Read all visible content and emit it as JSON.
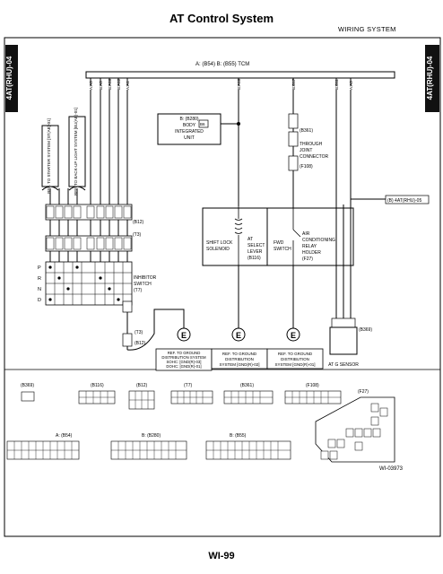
{
  "header": {
    "title": "AT Control System",
    "section": "WIRING SYSTEM"
  },
  "footer": {
    "page_number": "WI-99",
    "doc_code": "WI-03973"
  },
  "side_tabs": {
    "left": "4AT(RHU)-04",
    "right": "4AT(RHU)-04"
  },
  "top_connector": {
    "label": "A: (B54)  B: (B55)  TCM"
  },
  "top_pins": [
    "A:A5",
    "B:A5",
    "B:A16",
    "B:A12",
    "A:A1",
    "B:A18",
    "B:B17",
    "B:B11",
    "A:A3"
  ],
  "ref_boxes": [
    {
      "id": "ref-starter",
      "text": "REF. TO STARTER SYSTEM [ST(AB)-01]"
    },
    {
      "id": "ref-backup",
      "text": "REF. TO BACK-UP LIGHT SYSTEM [BU(AB)-01]"
    },
    {
      "id": "ref-ground-1",
      "lines": [
        "REF. TO GROUND",
        "DISTRIBUTION SYSTEM",
        "SOHC: [GND(R)-03]",
        "DOHC: [GND(R)-01]"
      ]
    },
    {
      "id": "ref-ground-2",
      "lines": [
        "REF. TO GROUND",
        "DISTRIBUTION",
        "SYSTEM [GND(R)-02]"
      ]
    },
    {
      "id": "ref-ground-3",
      "lines": [
        "REF. TO GROUND",
        "DISTRIBUTION",
        "SYSTEM [GND(R)-01]"
      ]
    }
  ],
  "components": {
    "body_unit": {
      "lines": [
        "B: (B280)",
        "BODY",
        "INTEGRATED",
        "UNIT"
      ],
      "pin": "B6"
    },
    "shift_lock": {
      "lines": [
        "SHIFT LOCK",
        "SOLENOID"
      ]
    },
    "select_lever": {
      "lines": [
        "AT",
        "SELECT",
        "LEVER"
      ],
      "conn": "(B116)"
    },
    "fwd_switch": {
      "lines": [
        "FWD",
        "SWITCH"
      ]
    },
    "relay": {
      "lines": [
        "AIR",
        "CONDITIONING",
        "RELAY",
        "HOLDER"
      ],
      "conn": "(F27)"
    },
    "joint": {
      "conn": "(B361)",
      "lines": [
        "THROUGH",
        "JOINT",
        "CONNECTOR"
      ],
      "conn2": "(F108)"
    },
    "inhibitor": {
      "lines": [
        "INHIBITOR",
        "SWITCH"
      ],
      "conn": "(T7)"
    },
    "g_sensor": {
      "label": "AT G SENSOR",
      "conn": "(B369)"
    },
    "b12": "(B12)",
    "t3": "(T3)",
    "b12b": "(B12)",
    "t3b": "(T3)",
    "continue_tag": "(B) 4AT(RHU)-05"
  },
  "positions_list": [
    "P",
    "R",
    "N",
    "D"
  ],
  "bottom_connectors": [
    "(B369)",
    "(B116)",
    "(B12)",
    "(T7)",
    "(B361)",
    "(F108)",
    "(F27)",
    "A: (B54)",
    "B: (B280)",
    "B: (B55)"
  ],
  "ground_symbol": "E",
  "colors": {
    "line": "#000000",
    "fill": "#ffffff"
  }
}
